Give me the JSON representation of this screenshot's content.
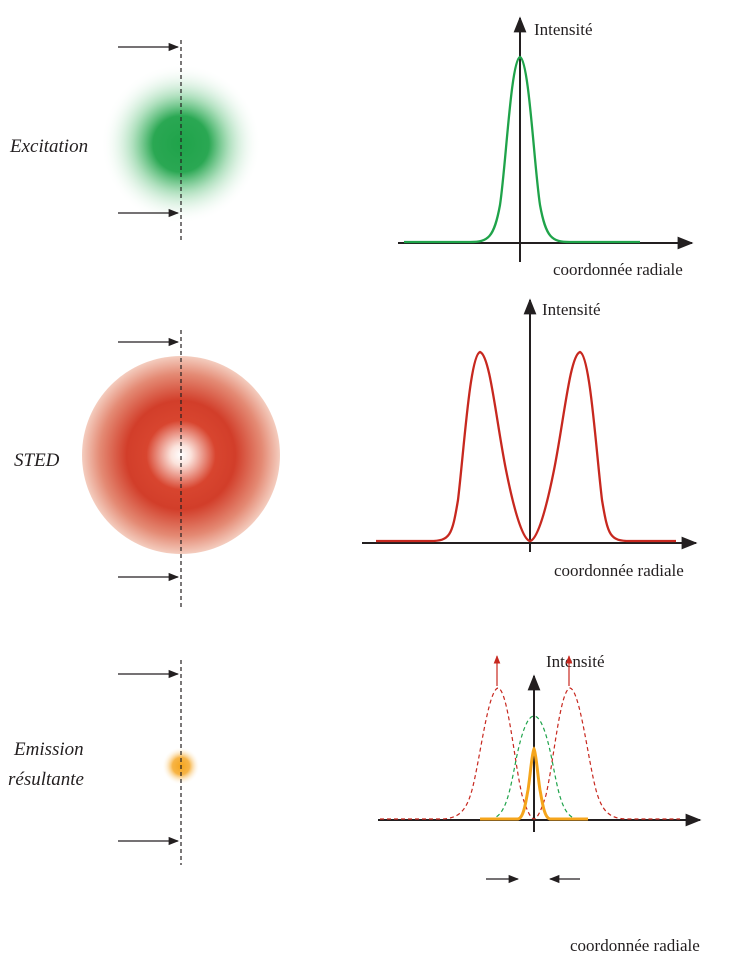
{
  "rows": [
    {
      "label_lines": [
        "Excitation"
      ],
      "y_axis_label": "Intensité",
      "x_axis_label": "coordonnée radiale",
      "spot": "green-gaussian",
      "profile": "single-peak",
      "color": "#1fa34a"
    },
    {
      "label_lines": [
        "STED"
      ],
      "y_axis_label": "Intensité",
      "x_axis_label": "coordonnée radiale",
      "spot": "red-donut",
      "profile": "double-peak-zero-center",
      "color": "#c7281f"
    },
    {
      "label_lines": [
        "Emission",
        "résultante"
      ],
      "y_axis_label": "Intensité",
      "x_axis_label": "coordonnée radiale",
      "spot": "orange-small",
      "profile": "narrow-peak-with-dashed-overlays",
      "color": "#f5a51c"
    }
  ],
  "colors": {
    "excitation": "#1fa34a",
    "sted": "#c7281f",
    "emission": "#f5a51c",
    "ink": "#231f20"
  }
}
